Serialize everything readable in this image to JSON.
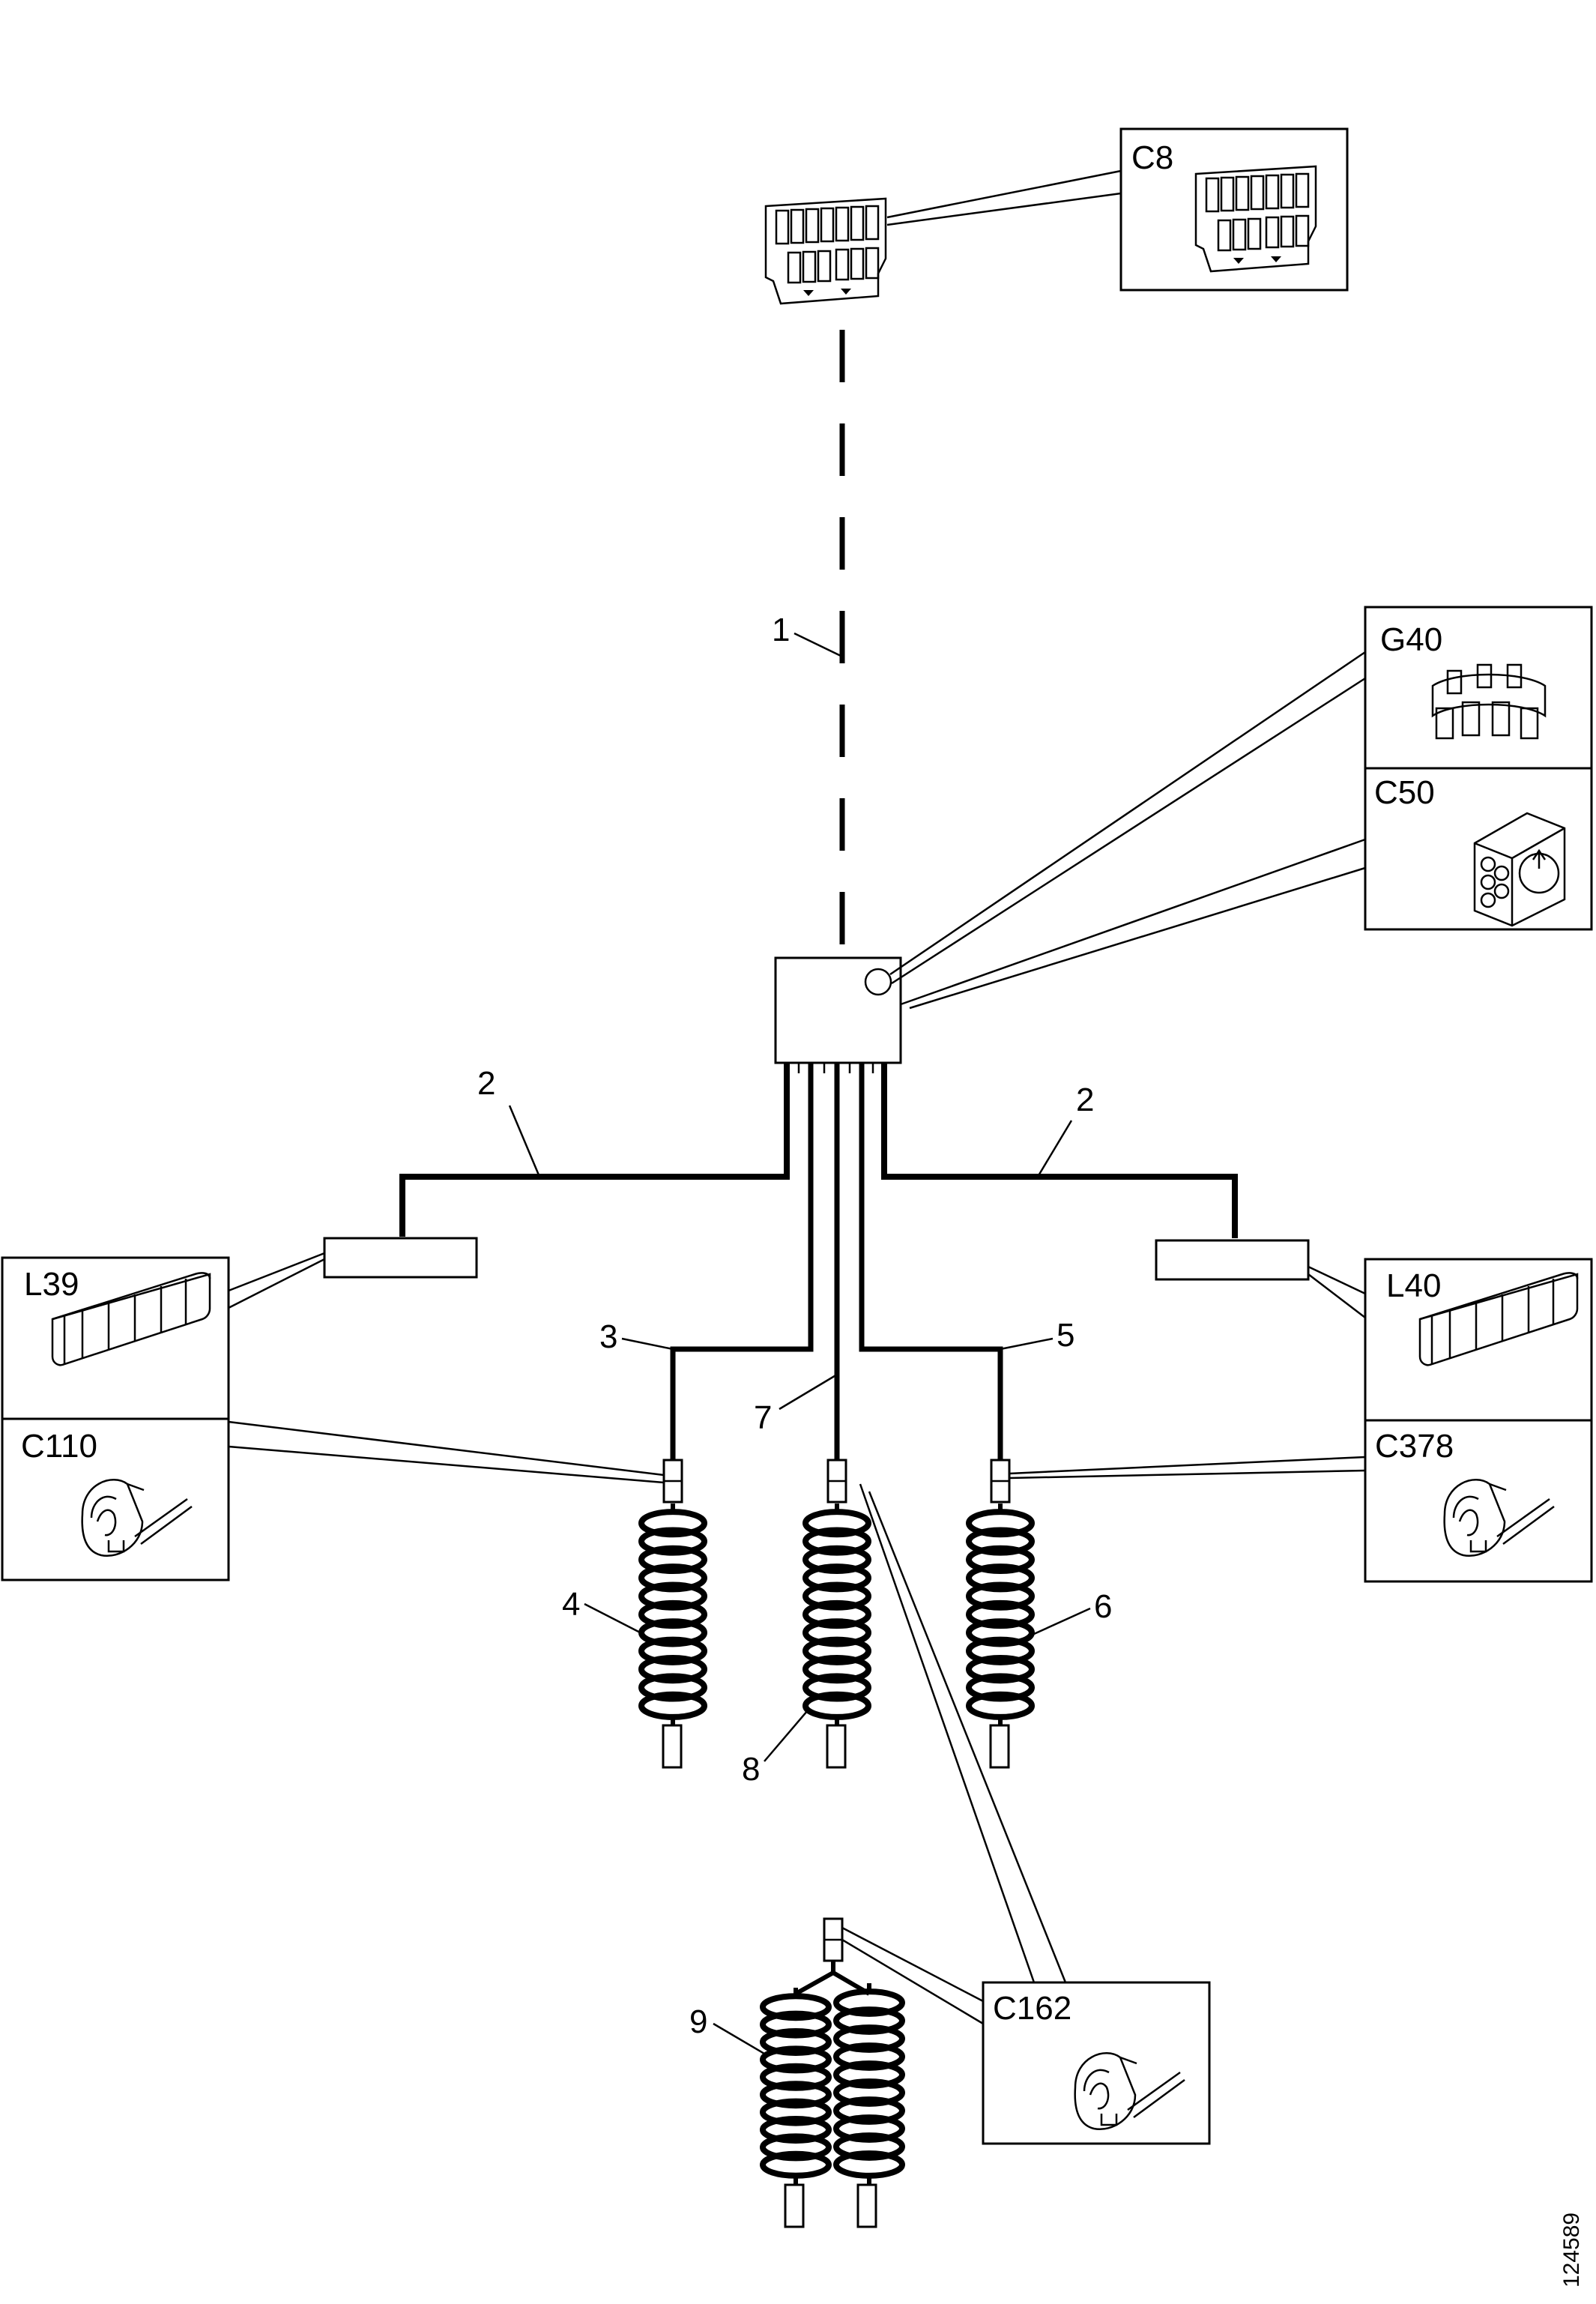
{
  "callouts": {
    "n1": "1",
    "n2a": "2",
    "n2b": "2",
    "n3": "3",
    "n4": "4",
    "n5": "5",
    "n6": "6",
    "n7": "7",
    "n8": "8",
    "n9": "9"
  },
  "components": {
    "c8": "C8",
    "g40": "G40",
    "c50": "C50",
    "l39": "L39",
    "l40": "L40",
    "c110": "C110",
    "c378": "C378",
    "c162": "C162"
  },
  "document_id": "124589"
}
